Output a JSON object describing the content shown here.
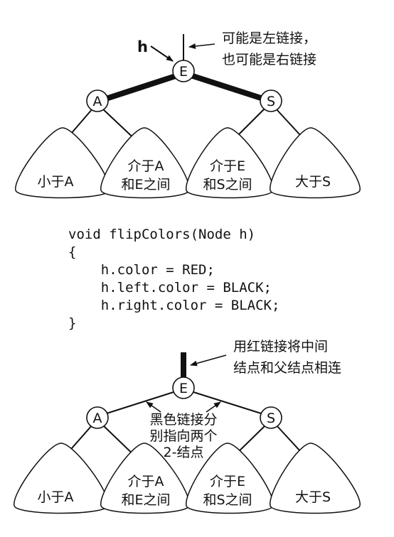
{
  "top_diagram": {
    "h_label": "h",
    "annotation_lines": [
      "可能是左链接，",
      "也可能是右链接"
    ],
    "root": "E",
    "left_child": "A",
    "right_child": "S",
    "subtrees": [
      {
        "lines": [
          "小于A"
        ]
      },
      {
        "lines": [
          "介于A",
          "和E之间"
        ]
      },
      {
        "lines": [
          "介于E",
          "和S之间"
        ]
      },
      {
        "lines": [
          "大于S"
        ]
      }
    ]
  },
  "code": {
    "lines": [
      "void flipColors(Node h)",
      "{",
      "    h.color = RED;",
      "    h.left.color = BLACK;",
      "    h.right.color = BLACK;",
      "}"
    ]
  },
  "bottom_diagram": {
    "annotation_lines": [
      "用红链接将中间",
      "结点和父结点相连"
    ],
    "middle_note_lines": [
      "黑色链接分",
      "别指向两个",
      "2-结点"
    ],
    "root": "E",
    "left_child": "A",
    "right_child": "S",
    "subtrees": [
      {
        "lines": [
          "小于A"
        ]
      },
      {
        "lines": [
          "介于A",
          "和E之间"
        ]
      },
      {
        "lines": [
          "介于E",
          "和S之间"
        ]
      },
      {
        "lines": [
          "大于S"
        ]
      }
    ]
  }
}
